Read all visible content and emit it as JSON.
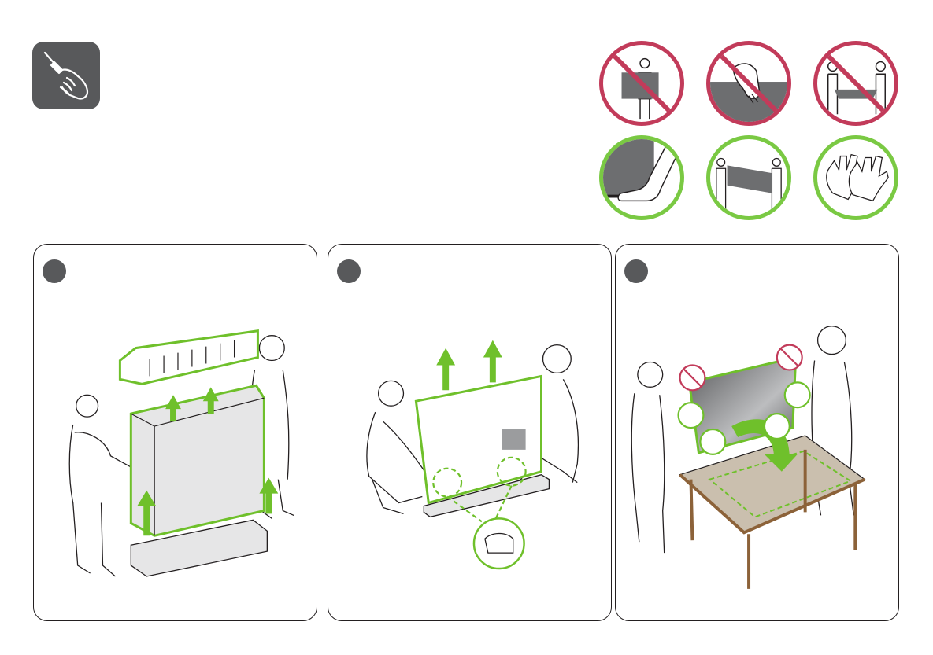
{
  "colors": {
    "prohibited": "#c23b5a",
    "correct": "#7ac943",
    "highlight": "#6fc02b",
    "badge": "#58595b",
    "outline": "#231f20"
  },
  "tool_badge": {
    "icon": "screwdriver-hand-icon"
  },
  "caution_icons": [
    {
      "icon": "person-carrying-alone-icon",
      "status": "prohibited"
    },
    {
      "icon": "finger-pressing-screen-icon",
      "status": "prohibited"
    },
    {
      "icon": "carrying-panel-flat-icon",
      "status": "prohibited"
    },
    {
      "icon": "hand-holding-edge-icon",
      "status": "correct"
    },
    {
      "icon": "two-people-carrying-icon",
      "status": "correct"
    },
    {
      "icon": "gloves-icon",
      "status": "correct"
    }
  ],
  "steps": [
    {
      "icon": "remove-box-icon"
    },
    {
      "icon": "lift-tv-icon"
    },
    {
      "icon": "place-on-table-icon"
    }
  ]
}
